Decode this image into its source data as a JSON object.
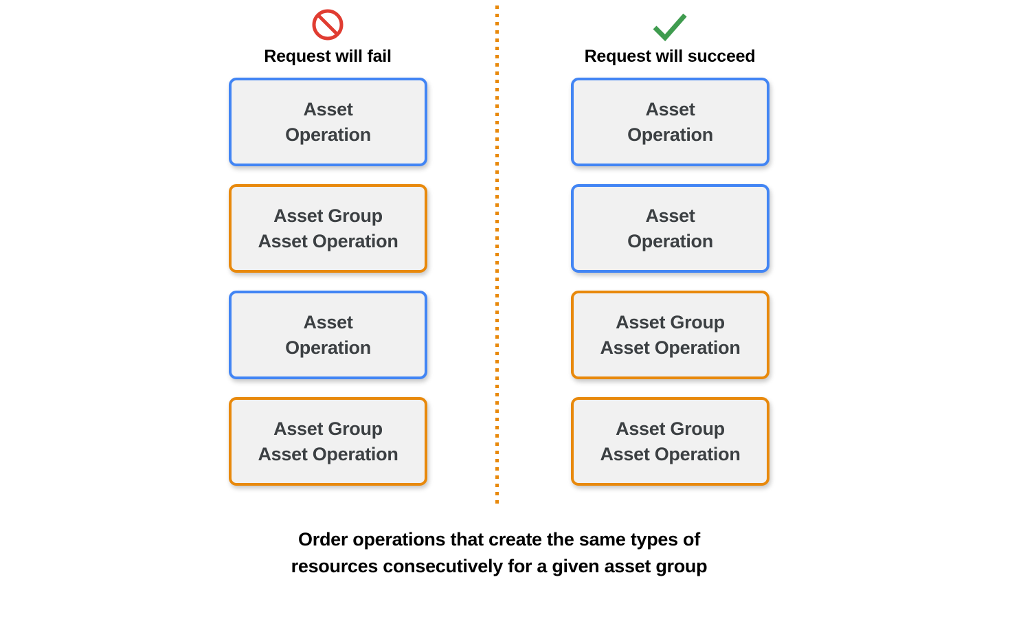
{
  "diagram": {
    "background_color": "#ffffff",
    "divider": {
      "style": "dotted-vertical",
      "color": "#e8890c"
    },
    "colors": {
      "accent_blue": "#4285f4",
      "accent_orange": "#e8890c",
      "card_fill": "#f1f1f1",
      "card_text": "#3c4043",
      "fail_icon": "#e03c31",
      "succeed_icon": "#3f9c4f",
      "heading_text": "#000000"
    },
    "columns": [
      {
        "id": "fail",
        "icon_name": "prohibition-icon",
        "icon_color": "#e03c31",
        "title": "Request will fail",
        "cards": [
          {
            "label": "Asset\nOperation",
            "accent": "blue"
          },
          {
            "label": "Asset Group\nAsset Operation",
            "accent": "orange"
          },
          {
            "label": "Asset\nOperation",
            "accent": "blue"
          },
          {
            "label": "Asset Group\nAsset Operation",
            "accent": "orange"
          }
        ]
      },
      {
        "id": "succeed",
        "icon_name": "check-icon",
        "icon_color": "#3f9c4f",
        "title": "Request will succeed",
        "cards": [
          {
            "label": "Asset\nOperation",
            "accent": "blue"
          },
          {
            "label": "Asset\nOperation",
            "accent": "blue"
          },
          {
            "label": "Asset Group\nAsset Operation",
            "accent": "orange"
          },
          {
            "label": "Asset Group\nAsset Operation",
            "accent": "orange"
          }
        ]
      }
    ],
    "caption": "Order operations that create the same types of\nresources consecutively for a given asset group"
  }
}
